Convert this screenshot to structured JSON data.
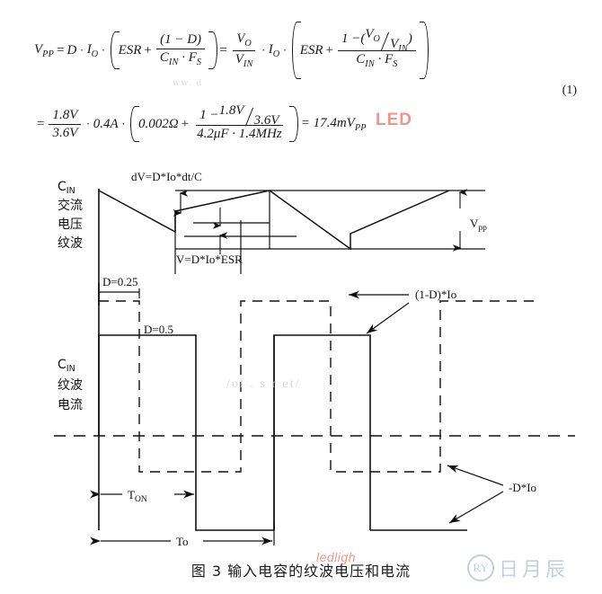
{
  "equation": {
    "number": "(1)",
    "line1": {
      "lhs": "V",
      "lhs_sub": "PP",
      "eq": "=",
      "d": "D",
      "io": "I",
      "io_sub": "O",
      "esr": "ESR",
      "plus": "+",
      "num_1d": "(1 − D)",
      "den_c": "C",
      "den_c_sub": "IN",
      "den_f": "F",
      "den_f_sub": "S",
      "vo": "V",
      "vo_sub": "O",
      "vin": "V",
      "vin_sub": "IN",
      "one_minus": "1 −",
      "paren_open": "(",
      "paren_close": ")"
    },
    "line2": {
      "num_18v": "1.8V",
      "den_36v": "3.6V",
      "current": "0.4A",
      "esr_val": "0.002Ω",
      "plus": "+",
      "frac_num_1": "1 −",
      "frac_num_18v": "1.8V",
      "frac_num_36v": "3.6V",
      "frac_den_cap": "4.2μF",
      "frac_den_freq": "1.4MHz",
      "result": "= 17.4mV",
      "result_sub": "PP"
    }
  },
  "watermarks": {
    "led_top": "LED",
    "led_bottom": "ledligh",
    "ghost_mid": "/ol . s  r  et/",
    "ghost_eq": "ww.     d"
  },
  "logo": {
    "mark": "RY",
    "text": "日月辰"
  },
  "diagram": {
    "voltage_section": {
      "axis_label_line1": "C",
      "axis_label_sub": "IN",
      "axis_label_line2": "交流",
      "axis_label_line3": "电压",
      "axis_label_line4": "纹波",
      "annotation_dv": "dV=D*Io*dt/C",
      "annotation_esr": "V=D*Io*ESR",
      "annotation_vpp": "V",
      "annotation_vpp_sub": "pp"
    },
    "current_section": {
      "axis_label_line1": "C",
      "axis_label_sub": "IN",
      "axis_label_line2": "纹波",
      "axis_label_line3": "电流",
      "duty_025": "D=0.25",
      "duty_05": "D=0.5",
      "label_peak": "(1-D)*Io",
      "label_trough": "-D*Io"
    },
    "timing": {
      "ton": "T",
      "ton_sub": "ON",
      "period": "To"
    }
  },
  "caption": {
    "text": "图 3  输入电容的纹波电压和电流"
  }
}
